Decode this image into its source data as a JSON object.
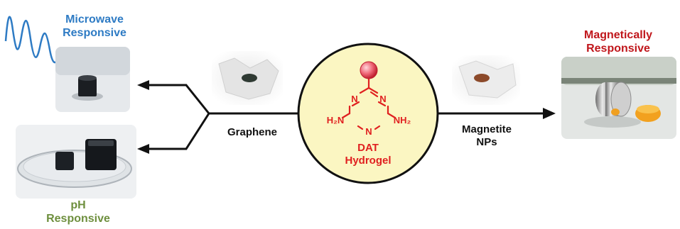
{
  "labels": {
    "microwave_line1": "Microwave",
    "microwave_line2": "Responsive",
    "magnetic_line1": "Magnetically",
    "magnetic_line2": "Responsive",
    "ph_line1": "pH",
    "ph_line2": "Responsive",
    "graphene": "Graphene",
    "magnetite_line1": "Magnetite",
    "magnetite_line2": "NPs",
    "dat_line1": "DAT",
    "dat_line2": "Hydrogel"
  },
  "molecule": {
    "ring_n": "N",
    "nh2_left": "H₂N",
    "nh2_right": "NH₂"
  },
  "colors": {
    "microwave": "#2e7bc4",
    "magnetic": "#c0161b",
    "ph": "#6e8f3e",
    "dat": "#e02020",
    "circle_fill": "#fbf6c2",
    "arrow": "#111111"
  }
}
